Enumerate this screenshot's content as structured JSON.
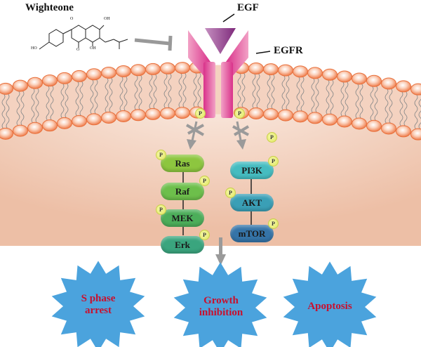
{
  "compound": {
    "name": "Wighteone",
    "atom_labels": [
      "HO",
      "O",
      "OH",
      "O",
      "OH"
    ]
  },
  "ligand": {
    "label": "EGF",
    "color": "#9b3f8f"
  },
  "receptor": {
    "label": "EGFR",
    "color": "#e0559a"
  },
  "membrane": {
    "head_color": "#f08a5d",
    "cytoplasm_color": "#f6dccf"
  },
  "phospho_label": "P",
  "mapk_pathway": {
    "color": "#7cc242",
    "nodes": [
      {
        "label": "Ras",
        "color": "#8dc63f"
      },
      {
        "label": "Raf",
        "color": "#6dbf4b"
      },
      {
        "label": "MEK",
        "color": "#4cae5a"
      },
      {
        "label": "Erk",
        "color": "#3aa57e"
      }
    ]
  },
  "pi3k_pathway": {
    "nodes": [
      {
        "label": "PI3K",
        "color": "#45bcc0"
      },
      {
        "label": "AKT",
        "color": "#3a9fb6"
      },
      {
        "label": "mTOR",
        "color": "#3574a8"
      }
    ]
  },
  "outcomes": [
    {
      "line1": "S phase",
      "line2": "arrest"
    },
    {
      "line1": "Growth",
      "line2": "inhibition"
    },
    {
      "line1": "Apoptosis",
      "line2": ""
    }
  ],
  "colors": {
    "burst": "#4ba3dd",
    "outcome_text": "#c8102e",
    "arrow": "#9a9a9a"
  }
}
